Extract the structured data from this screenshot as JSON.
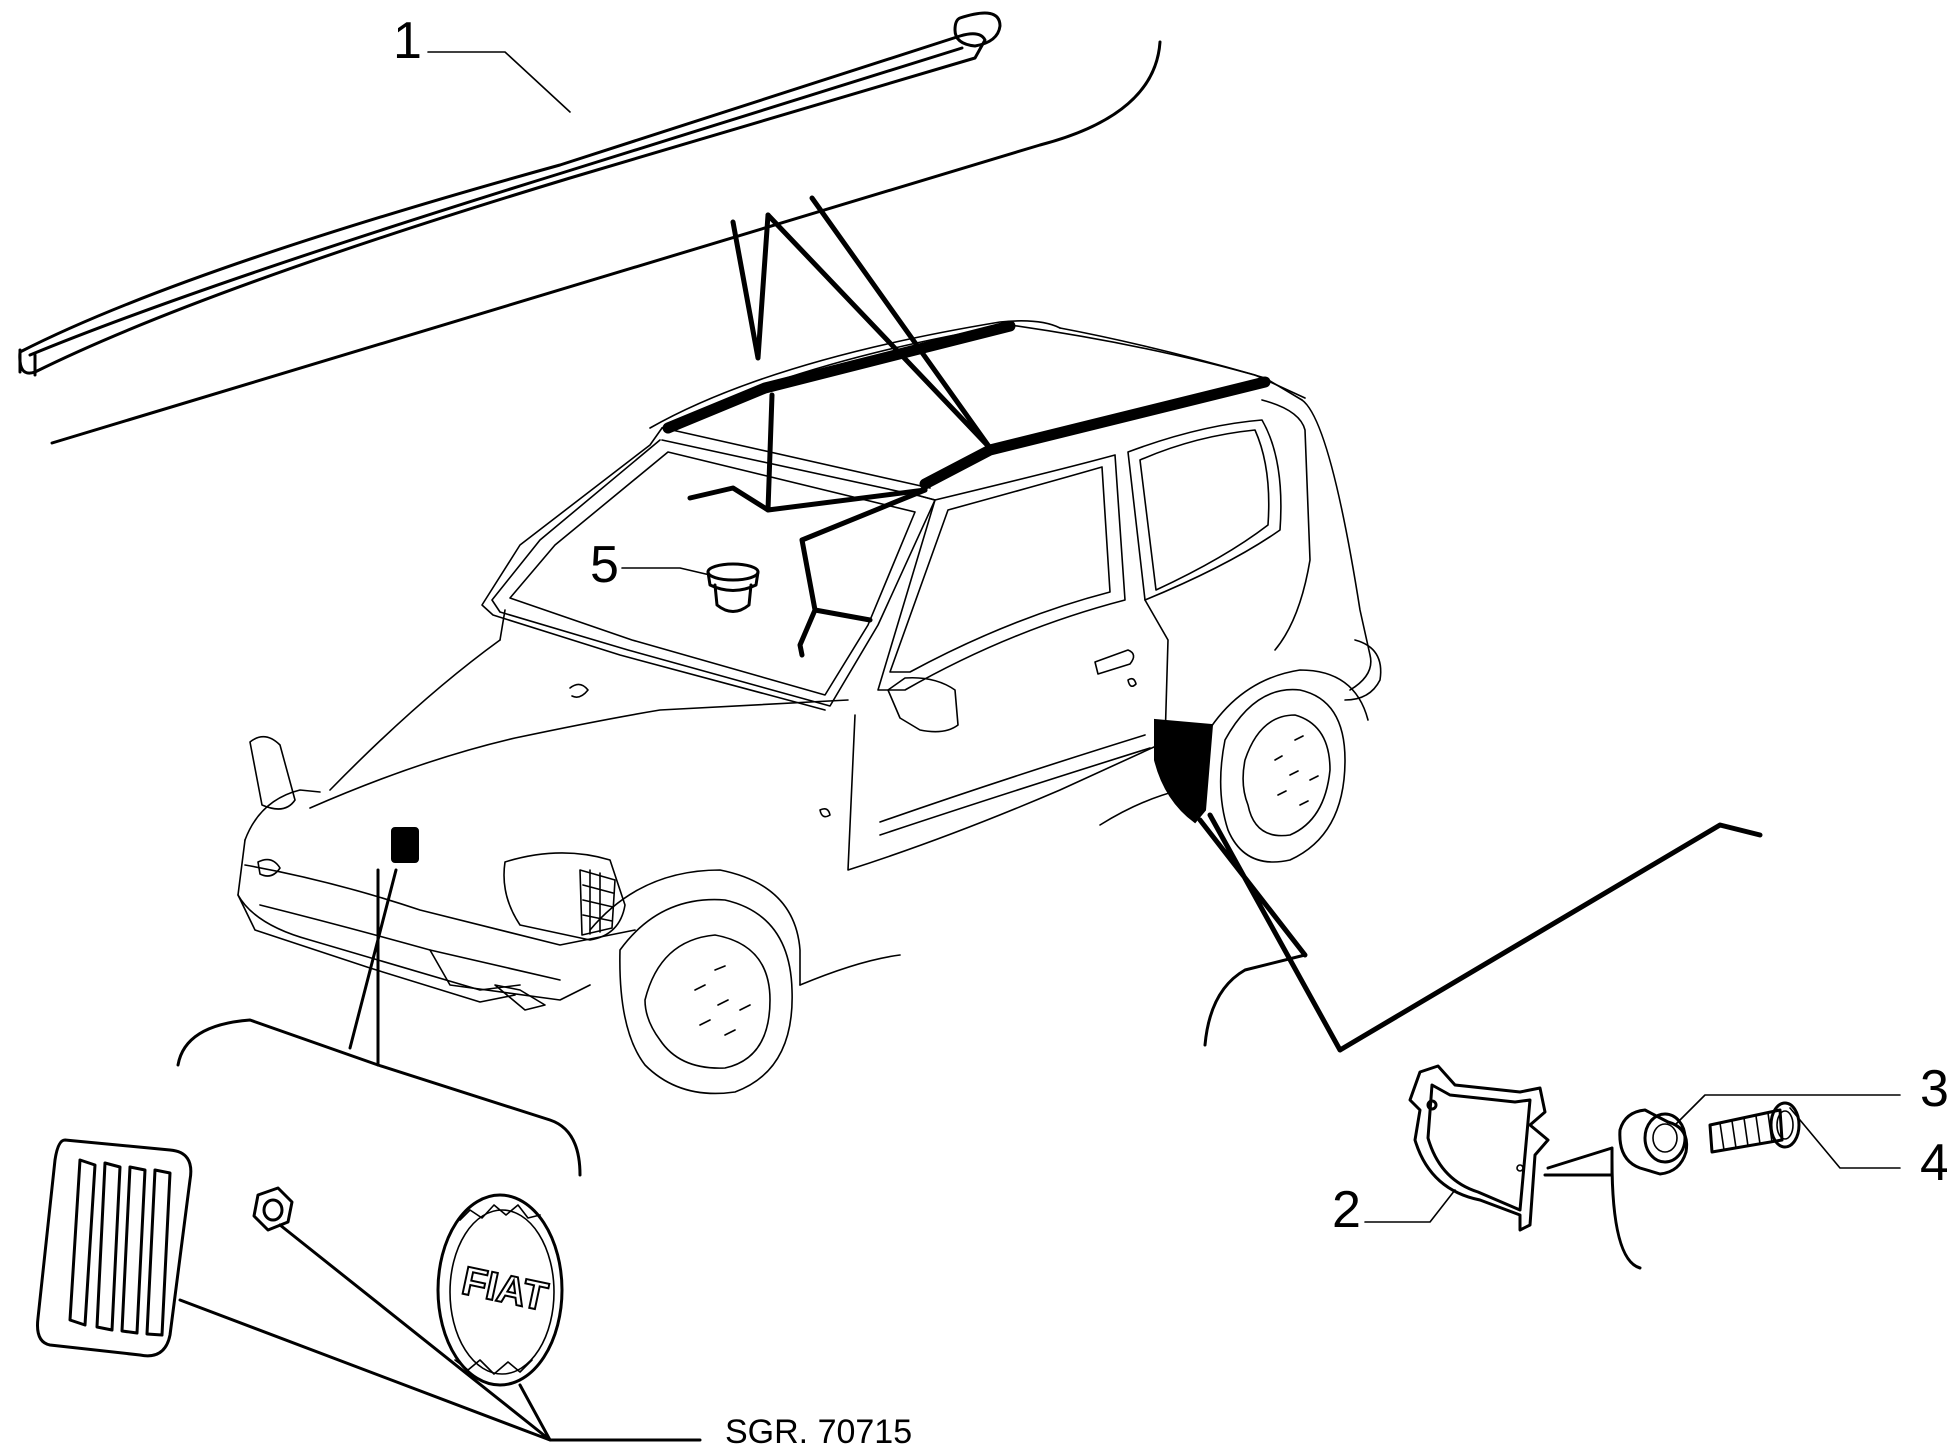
{
  "drawing_code": "SGR. 70715",
  "callouts": [
    {
      "id": "1",
      "label": "1"
    },
    {
      "id": "2",
      "label": "2"
    },
    {
      "id": "3",
      "label": "3"
    },
    {
      "id": "4",
      "label": "4"
    },
    {
      "id": "5",
      "label": "5"
    }
  ],
  "emblem_text": "FIAT",
  "colors": {
    "line": "#000000",
    "background": "#ffffff"
  }
}
